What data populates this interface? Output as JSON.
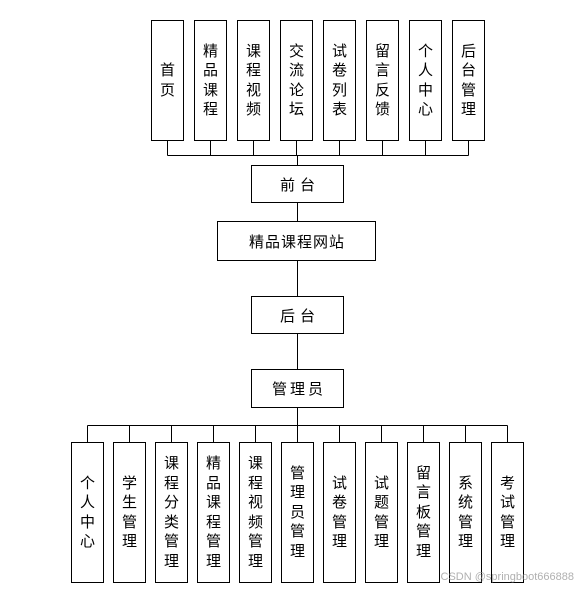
{
  "diagram": {
    "frontend_modules": [
      "首页",
      "精品课程",
      "课程视频",
      "交流论坛",
      "试卷列表",
      "留言反馈",
      "个人中心",
      "后台管理"
    ],
    "frontend_node": "前台",
    "site_node": "精品课程网站",
    "backend_node": "后台",
    "admin_node": "管理员",
    "admin_modules": [
      "个人中心",
      "学生管理",
      "课程分类管理",
      "精品课程管理",
      "课程视频管理",
      "管理员管理",
      "试卷管理",
      "试题管理",
      "留言板管理",
      "系统管理",
      "考试管理"
    ]
  },
  "colors": {
    "line": "#000000",
    "background": "#ffffff"
  },
  "watermark": "CSDN @springboot666888"
}
